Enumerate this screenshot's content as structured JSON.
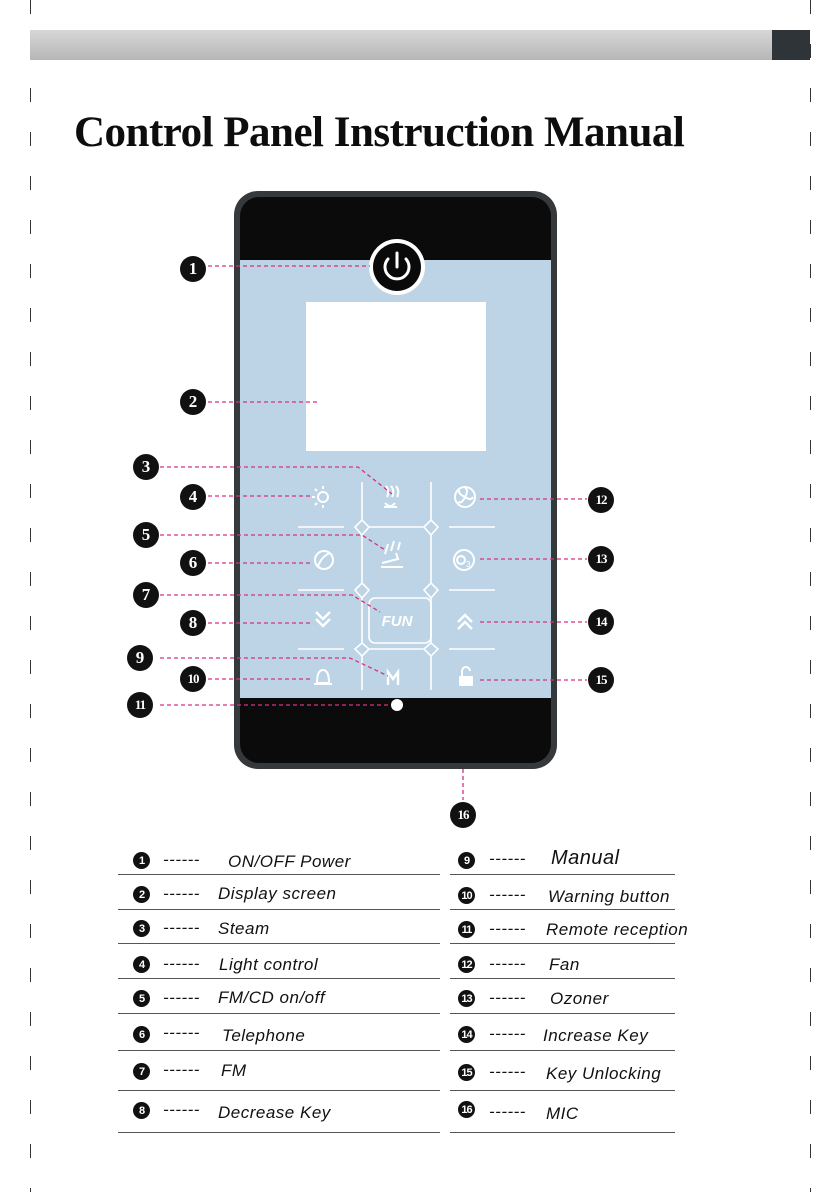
{
  "document": {
    "title": "Control Panel Instruction Manual"
  },
  "callout_numbers": [
    "1",
    "2",
    "3",
    "4",
    "5",
    "6",
    "7",
    "8",
    "9",
    "10",
    "11",
    "12",
    "13",
    "14",
    "15",
    "16"
  ],
  "panel": {
    "fun_key_label": "FUN",
    "colors": {
      "frame": "#36393c",
      "screen_face": "#bcd4e6",
      "display": "#ffffff",
      "leader_line": "#d6337f"
    }
  },
  "legend": [
    {
      "num": "1",
      "dash": "------",
      "label": "ON/OFF Power"
    },
    {
      "num": "2",
      "dash": "------",
      "label": "Display screen"
    },
    {
      "num": "3",
      "dash": "------",
      "label": "Steam"
    },
    {
      "num": "4",
      "dash": "------",
      "label": "Light control"
    },
    {
      "num": "5",
      "dash": "------",
      "label": "FM/CD on/off"
    },
    {
      "num": "6",
      "dash": "------",
      "label": "Telephone"
    },
    {
      "num": "7",
      "dash": "------",
      "label": "FM"
    },
    {
      "num": "8",
      "dash": "------",
      "label": "Decrease Key"
    },
    {
      "num": "9",
      "dash": "------",
      "label": "Manual"
    },
    {
      "num": "10",
      "dash": "------",
      "label": "Warning button"
    },
    {
      "num": "11",
      "dash": "------",
      "label": "Remote reception"
    },
    {
      "num": "12",
      "dash": "------",
      "label": "Fan"
    },
    {
      "num": "13",
      "dash": "------",
      "label": "Ozoner"
    },
    {
      "num": "14",
      "dash": "------",
      "label": "Increase Key"
    },
    {
      "num": "15",
      "dash": "------",
      "label": "Key Unlocking"
    },
    {
      "num": "16",
      "dash": "------",
      "label": "MIC"
    }
  ],
  "icons": [
    "power-icon",
    "light-icon",
    "steam-icon",
    "fan-icon",
    "music-icon",
    "telephone-icon",
    "ozone-icon",
    "chevron-down-icon",
    "fun-key",
    "chevron-up-icon",
    "bell-icon",
    "manual-icon",
    "unlock-icon",
    "remote-receiver-icon"
  ]
}
